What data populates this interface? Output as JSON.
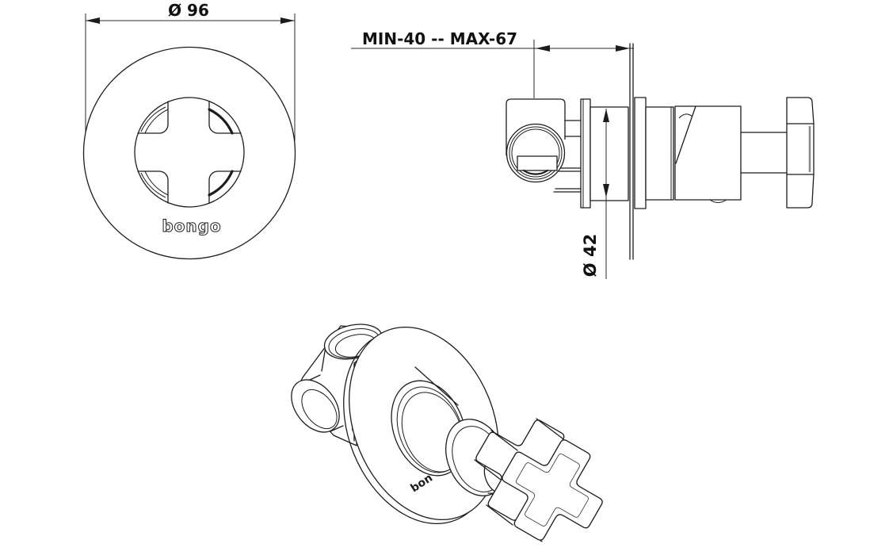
{
  "drawing": {
    "background": "#ffffff",
    "line_color": "#1c1c1c",
    "views": {
      "front": {
        "dim_diameter": "Ø 96",
        "brand": "bongo"
      },
      "side": {
        "dim_depth_range": "MIN-40 -- MAX-67",
        "dim_diameter": "Ø 42"
      },
      "isometric": {
        "brand_partial": "bon"
      }
    }
  }
}
